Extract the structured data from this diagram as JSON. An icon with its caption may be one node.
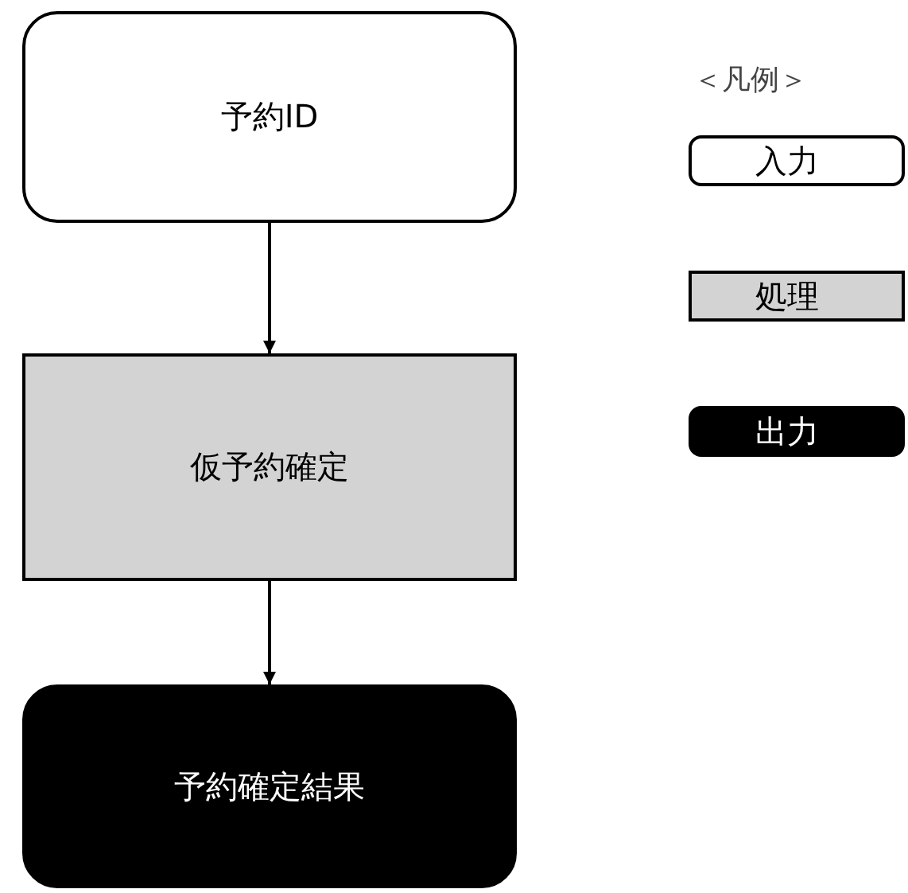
{
  "diagram": {
    "nodes": [
      {
        "text": [
          "予約ID"
        ]
      },
      {
        "text": [
          "仮予約確定"
        ]
      },
      {
        "text": [
          "予約確定結果"
        ]
      }
    ],
    "edges": [
      {
        "from": 0,
        "to": 1,
        "arrow": "to"
      },
      {
        "from": 1,
        "to": 2,
        "arrow": "to"
      }
    ],
    "labels": [
      "＜凡例＞"
    ],
    "legend": [
      {
        "text": "入力",
        "color": "#ffffff"
      },
      {
        "text": "処理",
        "color": "#d3d3d3"
      },
      {
        "text": "出力",
        "color": "#000000"
      }
    ]
  }
}
